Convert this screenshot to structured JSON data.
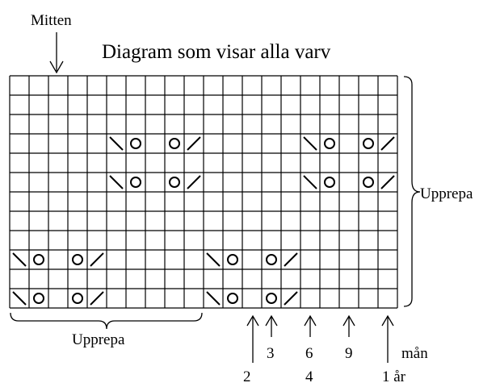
{
  "title": "Diagram som visar alla varv",
  "top_label": "Mitten",
  "repeat_right_label": "Upprepa",
  "repeat_bottom_label": "Upprepa",
  "grid": {
    "columns": 20,
    "rows": 12
  },
  "symbols": {
    "rows": [
      4,
      6,
      10,
      12
    ],
    "row_pattern": {
      "4": [
        {
          "col": 6,
          "type": "backslash"
        },
        {
          "col": 7,
          "type": "circle"
        },
        {
          "col": 9,
          "type": "circle"
        },
        {
          "col": 10,
          "type": "slash"
        },
        {
          "col": 16,
          "type": "backslash"
        },
        {
          "col": 17,
          "type": "circle"
        },
        {
          "col": 19,
          "type": "circle"
        },
        {
          "col": 20,
          "type": "slash"
        }
      ],
      "6": [
        {
          "col": 6,
          "type": "backslash"
        },
        {
          "col": 7,
          "type": "circle"
        },
        {
          "col": 9,
          "type": "circle"
        },
        {
          "col": 10,
          "type": "slash"
        },
        {
          "col": 16,
          "type": "backslash"
        },
        {
          "col": 17,
          "type": "circle"
        },
        {
          "col": 19,
          "type": "circle"
        },
        {
          "col": 20,
          "type": "slash"
        }
      ],
      "10": [
        {
          "col": 1,
          "type": "backslash"
        },
        {
          "col": 2,
          "type": "circle"
        },
        {
          "col": 4,
          "type": "circle"
        },
        {
          "col": 5,
          "type": "slash"
        },
        {
          "col": 11,
          "type": "backslash"
        },
        {
          "col": 12,
          "type": "circle"
        },
        {
          "col": 14,
          "type": "circle"
        },
        {
          "col": 15,
          "type": "slash"
        }
      ],
      "12": [
        {
          "col": 1,
          "type": "backslash"
        },
        {
          "col": 2,
          "type": "circle"
        },
        {
          "col": 4,
          "type": "circle"
        },
        {
          "col": 5,
          "type": "slash"
        },
        {
          "col": 11,
          "type": "backslash"
        },
        {
          "col": 12,
          "type": "circle"
        },
        {
          "col": 14,
          "type": "circle"
        },
        {
          "col": 15,
          "type": "slash"
        }
      ]
    }
  },
  "size_markers": [
    {
      "upper": "",
      "lower": "2"
    },
    {
      "upper": "3",
      "lower": ""
    },
    {
      "upper": "6",
      "lower": "4"
    },
    {
      "upper": "9",
      "lower": ""
    },
    {
      "upper": "mån",
      "lower": "1 år"
    }
  ]
}
